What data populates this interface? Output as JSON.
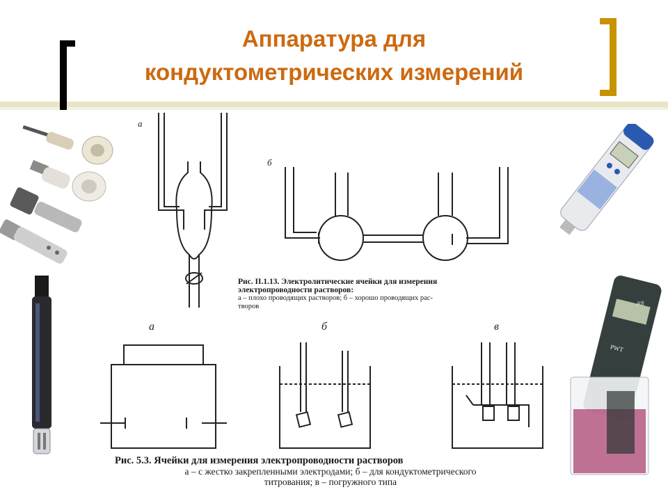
{
  "slide": {
    "title_line1": "Аппаратура для",
    "title_line2": "кондуктометрических измерений"
  },
  "figure1": {
    "label_a": "а",
    "label_b": "б",
    "caption_title": "Рис. II.1.13. Электролитические ячейки для измерения",
    "caption_title2": "электропроводности растворов:",
    "caption_sub1": "а – плохо проводящих растворов; б – хорошо проводящих рас-",
    "caption_sub2": "творов"
  },
  "figure2": {
    "label_a": "а",
    "label_b": "б",
    "label_v": "в",
    "caption_title": "Рис. 5.3. Ячейки для измерения электропроводности растворов",
    "caption_line1": "а – с жестко закрепленными электродами; б – для кондуктометрического",
    "caption_line2": "титрования; в – погружного типа"
  },
  "photos": {
    "meter_text": "µS",
    "meter_brand": "PWT"
  },
  "colors": {
    "title": "#cc6a10",
    "bracket_left": "#000000",
    "bracket_right": "#c89300",
    "band": "#e8e4c8"
  }
}
